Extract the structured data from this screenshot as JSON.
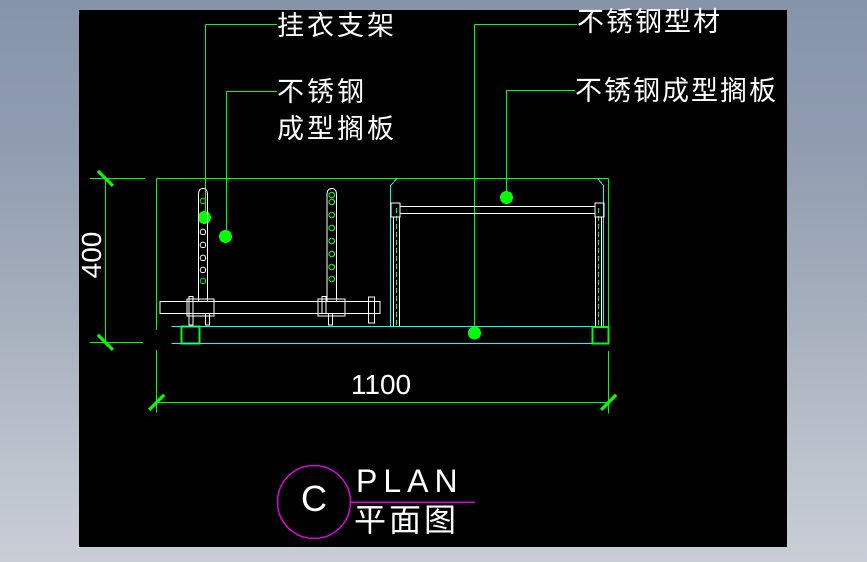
{
  "frame": {
    "gradient_top": "#8694aa",
    "gradient_bottom": "#c9cdd6",
    "canvas_bg": "#000000"
  },
  "colors": {
    "line_green": "#00ff00",
    "line_cyan": "#00ffff",
    "line_white": "#ffffff",
    "title_magenta": "#dd00dd",
    "text_white": "#ffffff"
  },
  "annotations": {
    "hanger_bracket": "挂衣支架",
    "stainless_line1": "不锈钢",
    "stainless_line2": "成型搁板",
    "stainless_profile": "不锈钢型材",
    "stainless_shelf": "不锈钢成型搁板"
  },
  "dimensions": {
    "height": "400",
    "width": "1100"
  },
  "title_block": {
    "detail_letter": "C",
    "name_en": "PLAN",
    "name_cn": "平面图"
  },
  "icons": {
    "leader_dot": "filled green circle callout marker",
    "dimension_tick": "45-degree green slash tick"
  }
}
